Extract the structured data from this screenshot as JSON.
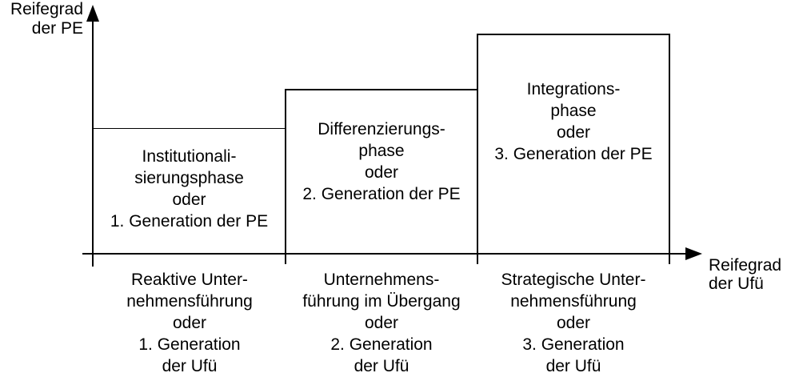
{
  "axes": {
    "y_label": [
      "Reifegrad",
      "der PE"
    ],
    "x_label": [
      "Reifegrad",
      "der Ufü"
    ]
  },
  "phases": [
    {
      "box_lines": [
        "Institutionali-",
        "sierungsphase",
        "oder",
        "1. Generation der PE"
      ],
      "axis_lines": [
        "Reaktive Unter-",
        "nehmensführung",
        "oder",
        "1. Generation",
        "der Ufü"
      ]
    },
    {
      "box_lines": [
        "Differenzierungs-",
        "phase",
        "oder",
        "2. Generation der PE"
      ],
      "axis_lines": [
        "Unternehmens-",
        "führung im Übergang",
        "oder",
        "2. Generation",
        "der Ufü"
      ]
    },
    {
      "box_lines": [
        "Integrations-",
        "phase",
        "oder",
        "3. Generation der PE"
      ],
      "axis_lines": [
        "Strategische Unter-",
        "nehmensführung",
        "oder",
        "3. Generation",
        "der Ufü"
      ]
    }
  ],
  "colors": {
    "line": "#000000",
    "background": "#ffffff"
  }
}
